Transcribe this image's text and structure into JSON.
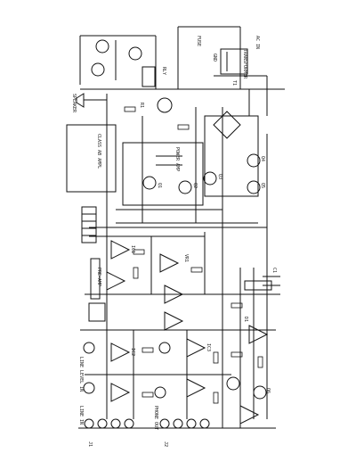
{
  "schematic": {
    "labels": {
      "rly": "RLY",
      "ground": "GND",
      "ac_in": "AC IN",
      "phone_out": "PHONE OUT",
      "line_in": "LINE IN",
      "line_level": "LINE LEVEL IN",
      "preamp": "PRE-AMP",
      "power_amp": "POWER AMP",
      "class_ab": "CLASS AB AMPL",
      "transformer": "TRANSFORMER",
      "fuse": "FUSE",
      "speaker": "SPEAKER",
      "t1": "T1",
      "q1": "Q1",
      "q2": "Q2",
      "q3": "Q3",
      "q4": "Q4",
      "q5": "Q5",
      "q6": "Q6",
      "ic1": "IC1",
      "ic2": "IC2",
      "ic3": "IC3",
      "vr1": "VR1",
      "j1": "J1",
      "j2": "J2",
      "d1": "D1",
      "c1": "C1",
      "r1": "R1"
    }
  }
}
